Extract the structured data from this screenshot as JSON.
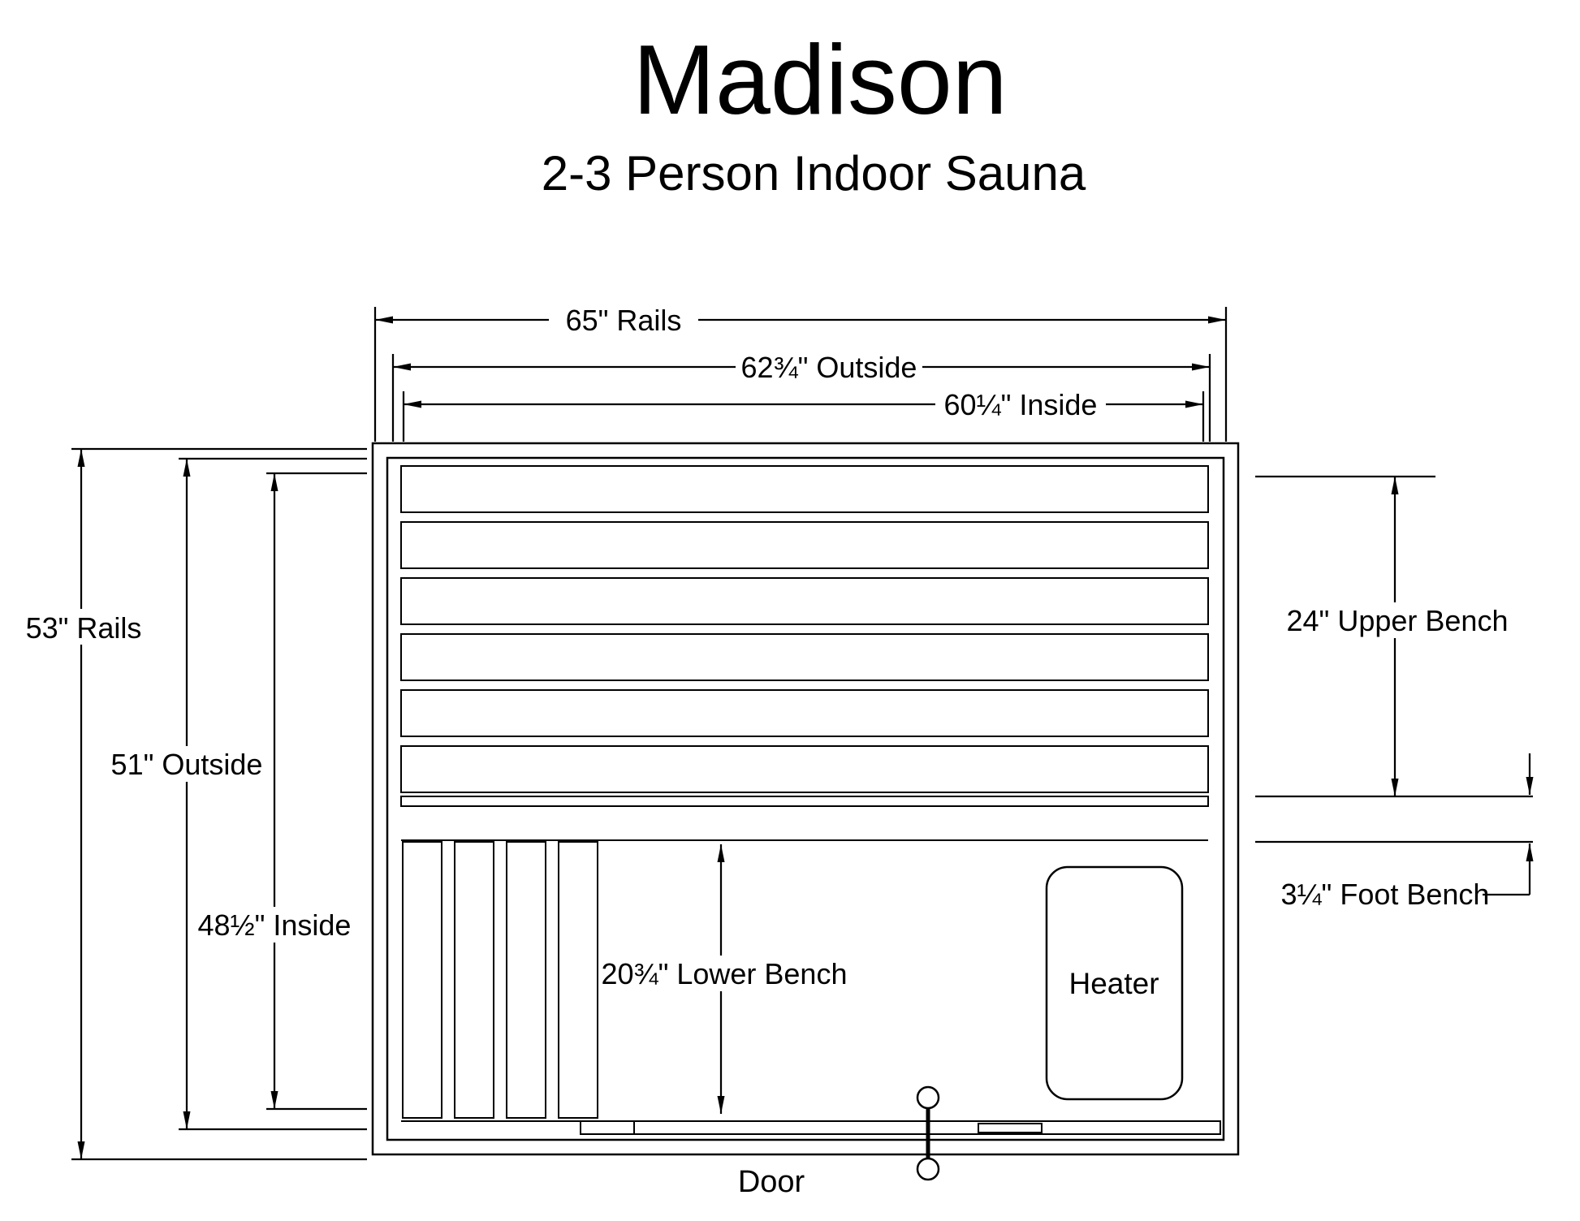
{
  "header": {
    "title": "Madison",
    "subtitle": "2-3 Person Indoor Sauna"
  },
  "dimensions": {
    "width": {
      "rails": "65\" Rails",
      "outside": "62¾\" Outside",
      "inside": "60¼\" Inside"
    },
    "height": {
      "rails": "53\" Rails",
      "outside": "51\" Outside",
      "inside": "48½\" Inside"
    },
    "upper_bench": "24\" Upper Bench",
    "foot_bench": "3¼\" Foot Bench",
    "lower_bench": "20¾\" Lower Bench"
  },
  "fixtures": {
    "heater": "Heater",
    "door": "Door"
  },
  "colors": {
    "line": "#000000",
    "background": "#ffffff",
    "text": "#000000"
  }
}
